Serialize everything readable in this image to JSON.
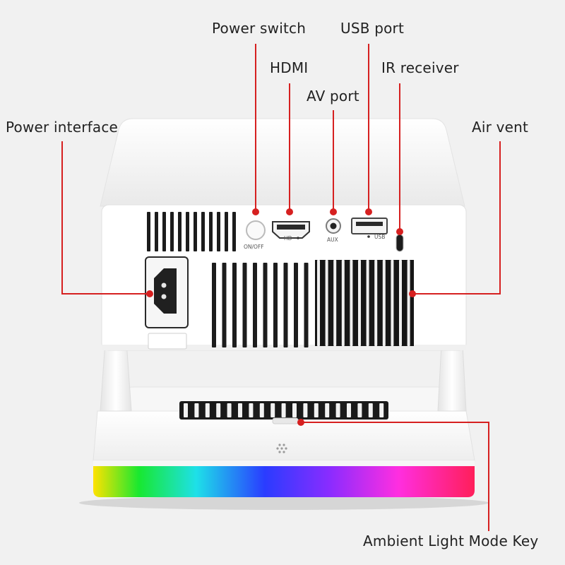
{
  "labels": {
    "power_switch": "Power switch",
    "usb_port": "USB port",
    "hdmi": "HDMI",
    "ir_receiver": "IR receiver",
    "av_port": "AV port",
    "power_interface": "Power interface",
    "air_vent": "Air vent",
    "ambient_light_key": "Ambient Light Mode Key"
  },
  "port_marks": {
    "on_off": "ON/OFF",
    "hd": "HD",
    "aux": "AUX",
    "usb": "USB"
  },
  "colors": {
    "leader_line": "#d62020",
    "marker": "#d62020",
    "background": "#f1f1f1",
    "device_body": "#ffffff",
    "rgb_strip": [
      "#ffe200",
      "#18e830",
      "#1ee0e8",
      "#2a3cff",
      "#8a2cff",
      "#ff2ee0",
      "#ff1f5a"
    ]
  }
}
